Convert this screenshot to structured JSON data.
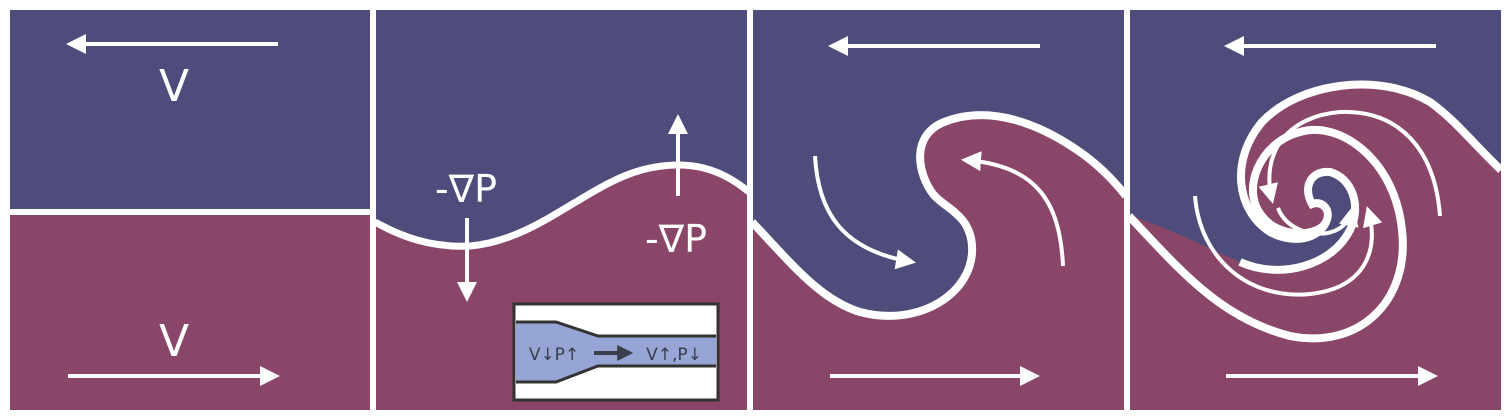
{
  "colors": {
    "upper_fluid": "#4d4c7b",
    "lower_fluid": "#8a4669",
    "interface": "#ffffff",
    "frame": "#ffffff",
    "inset_fluid": "#96a5d6",
    "inset_wall": "#333333"
  },
  "panels": [
    {
      "stage": "flat-interface",
      "labels": {
        "upper_velocity": "V",
        "lower_velocity": "V"
      }
    },
    {
      "stage": "perturbed-interface",
      "labels": {
        "trough_gradient": "-∇P",
        "crest_gradient": "-∇P"
      },
      "inset": {
        "left_state": "V↓P↑",
        "right_state": "V↑,P↓"
      }
    },
    {
      "stage": "rolling-wave"
    },
    {
      "stage": "kelvin-helmholtz-vortex"
    }
  ]
}
